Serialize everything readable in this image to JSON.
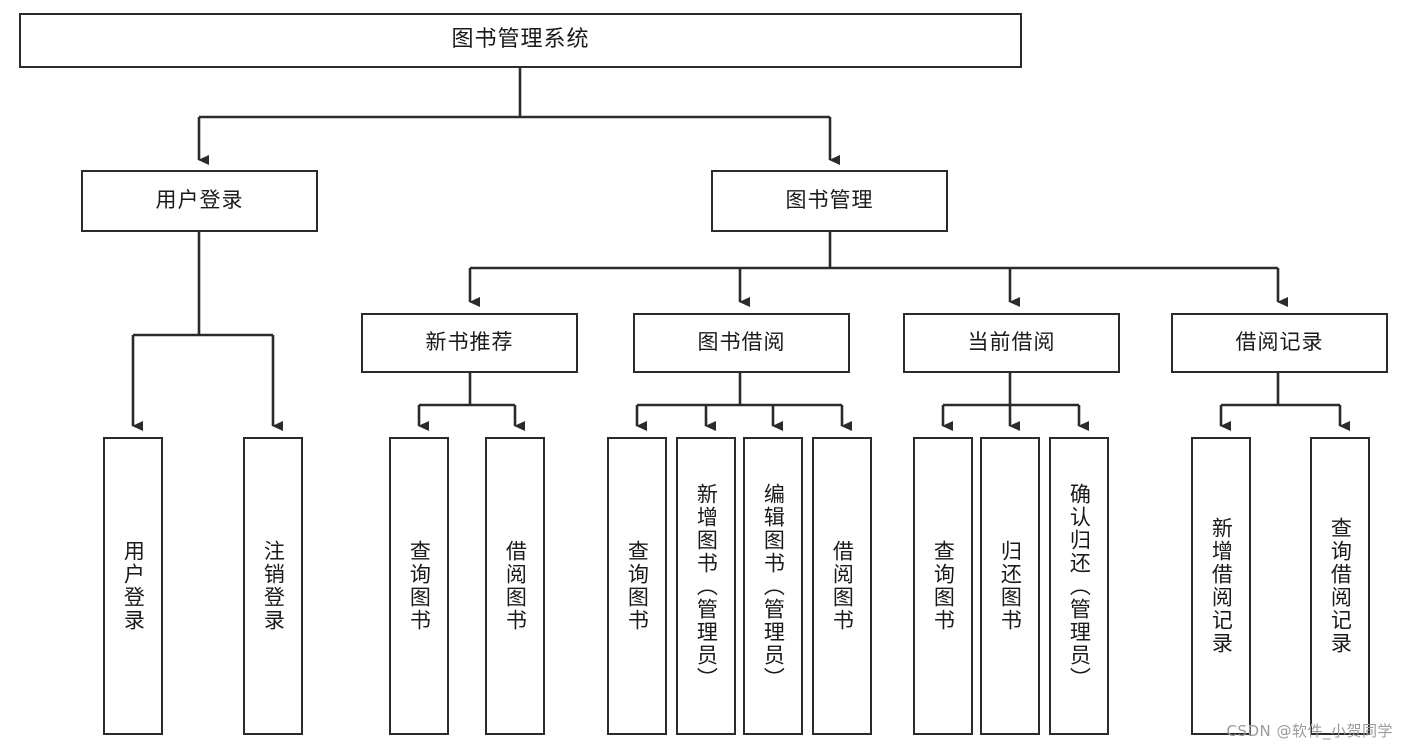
{
  "diagram": {
    "title": "图书管理系统",
    "root": {
      "label": "图书管理系统"
    },
    "level1": [
      {
        "label": "用户登录"
      },
      {
        "label": "图书管理"
      }
    ],
    "level2": [
      {
        "label": "新书推荐"
      },
      {
        "label": "图书借阅"
      },
      {
        "label": "当前借阅"
      },
      {
        "label": "借阅记录"
      }
    ],
    "leaves": {
      "user_login": [
        {
          "label": "用户登录"
        },
        {
          "label": "注销登录"
        }
      ],
      "new_book_recommend": [
        {
          "label": "查询图书"
        },
        {
          "label": "借阅图书"
        }
      ],
      "book_borrow": [
        {
          "label": "查询图书"
        },
        {
          "label": "新增图书（管理员）"
        },
        {
          "label": "编辑图书（管理员）"
        },
        {
          "label": "借阅图书"
        }
      ],
      "current_borrow": [
        {
          "label": "查询图书"
        },
        {
          "label": "归还图书"
        },
        {
          "label": "确认归还（管理员）"
        }
      ],
      "borrow_record": [
        {
          "label": "新增借阅记录"
        },
        {
          "label": "查询借阅记录"
        }
      ]
    }
  },
  "watermark": {
    "text": "CSDN @软件_小贺同学"
  },
  "colors": {
    "stroke": "#2b2b2b",
    "box_fill": "#ffffff",
    "text": "#1a1a1a",
    "watermark": "#9a9a9a",
    "background": "#ffffff"
  }
}
